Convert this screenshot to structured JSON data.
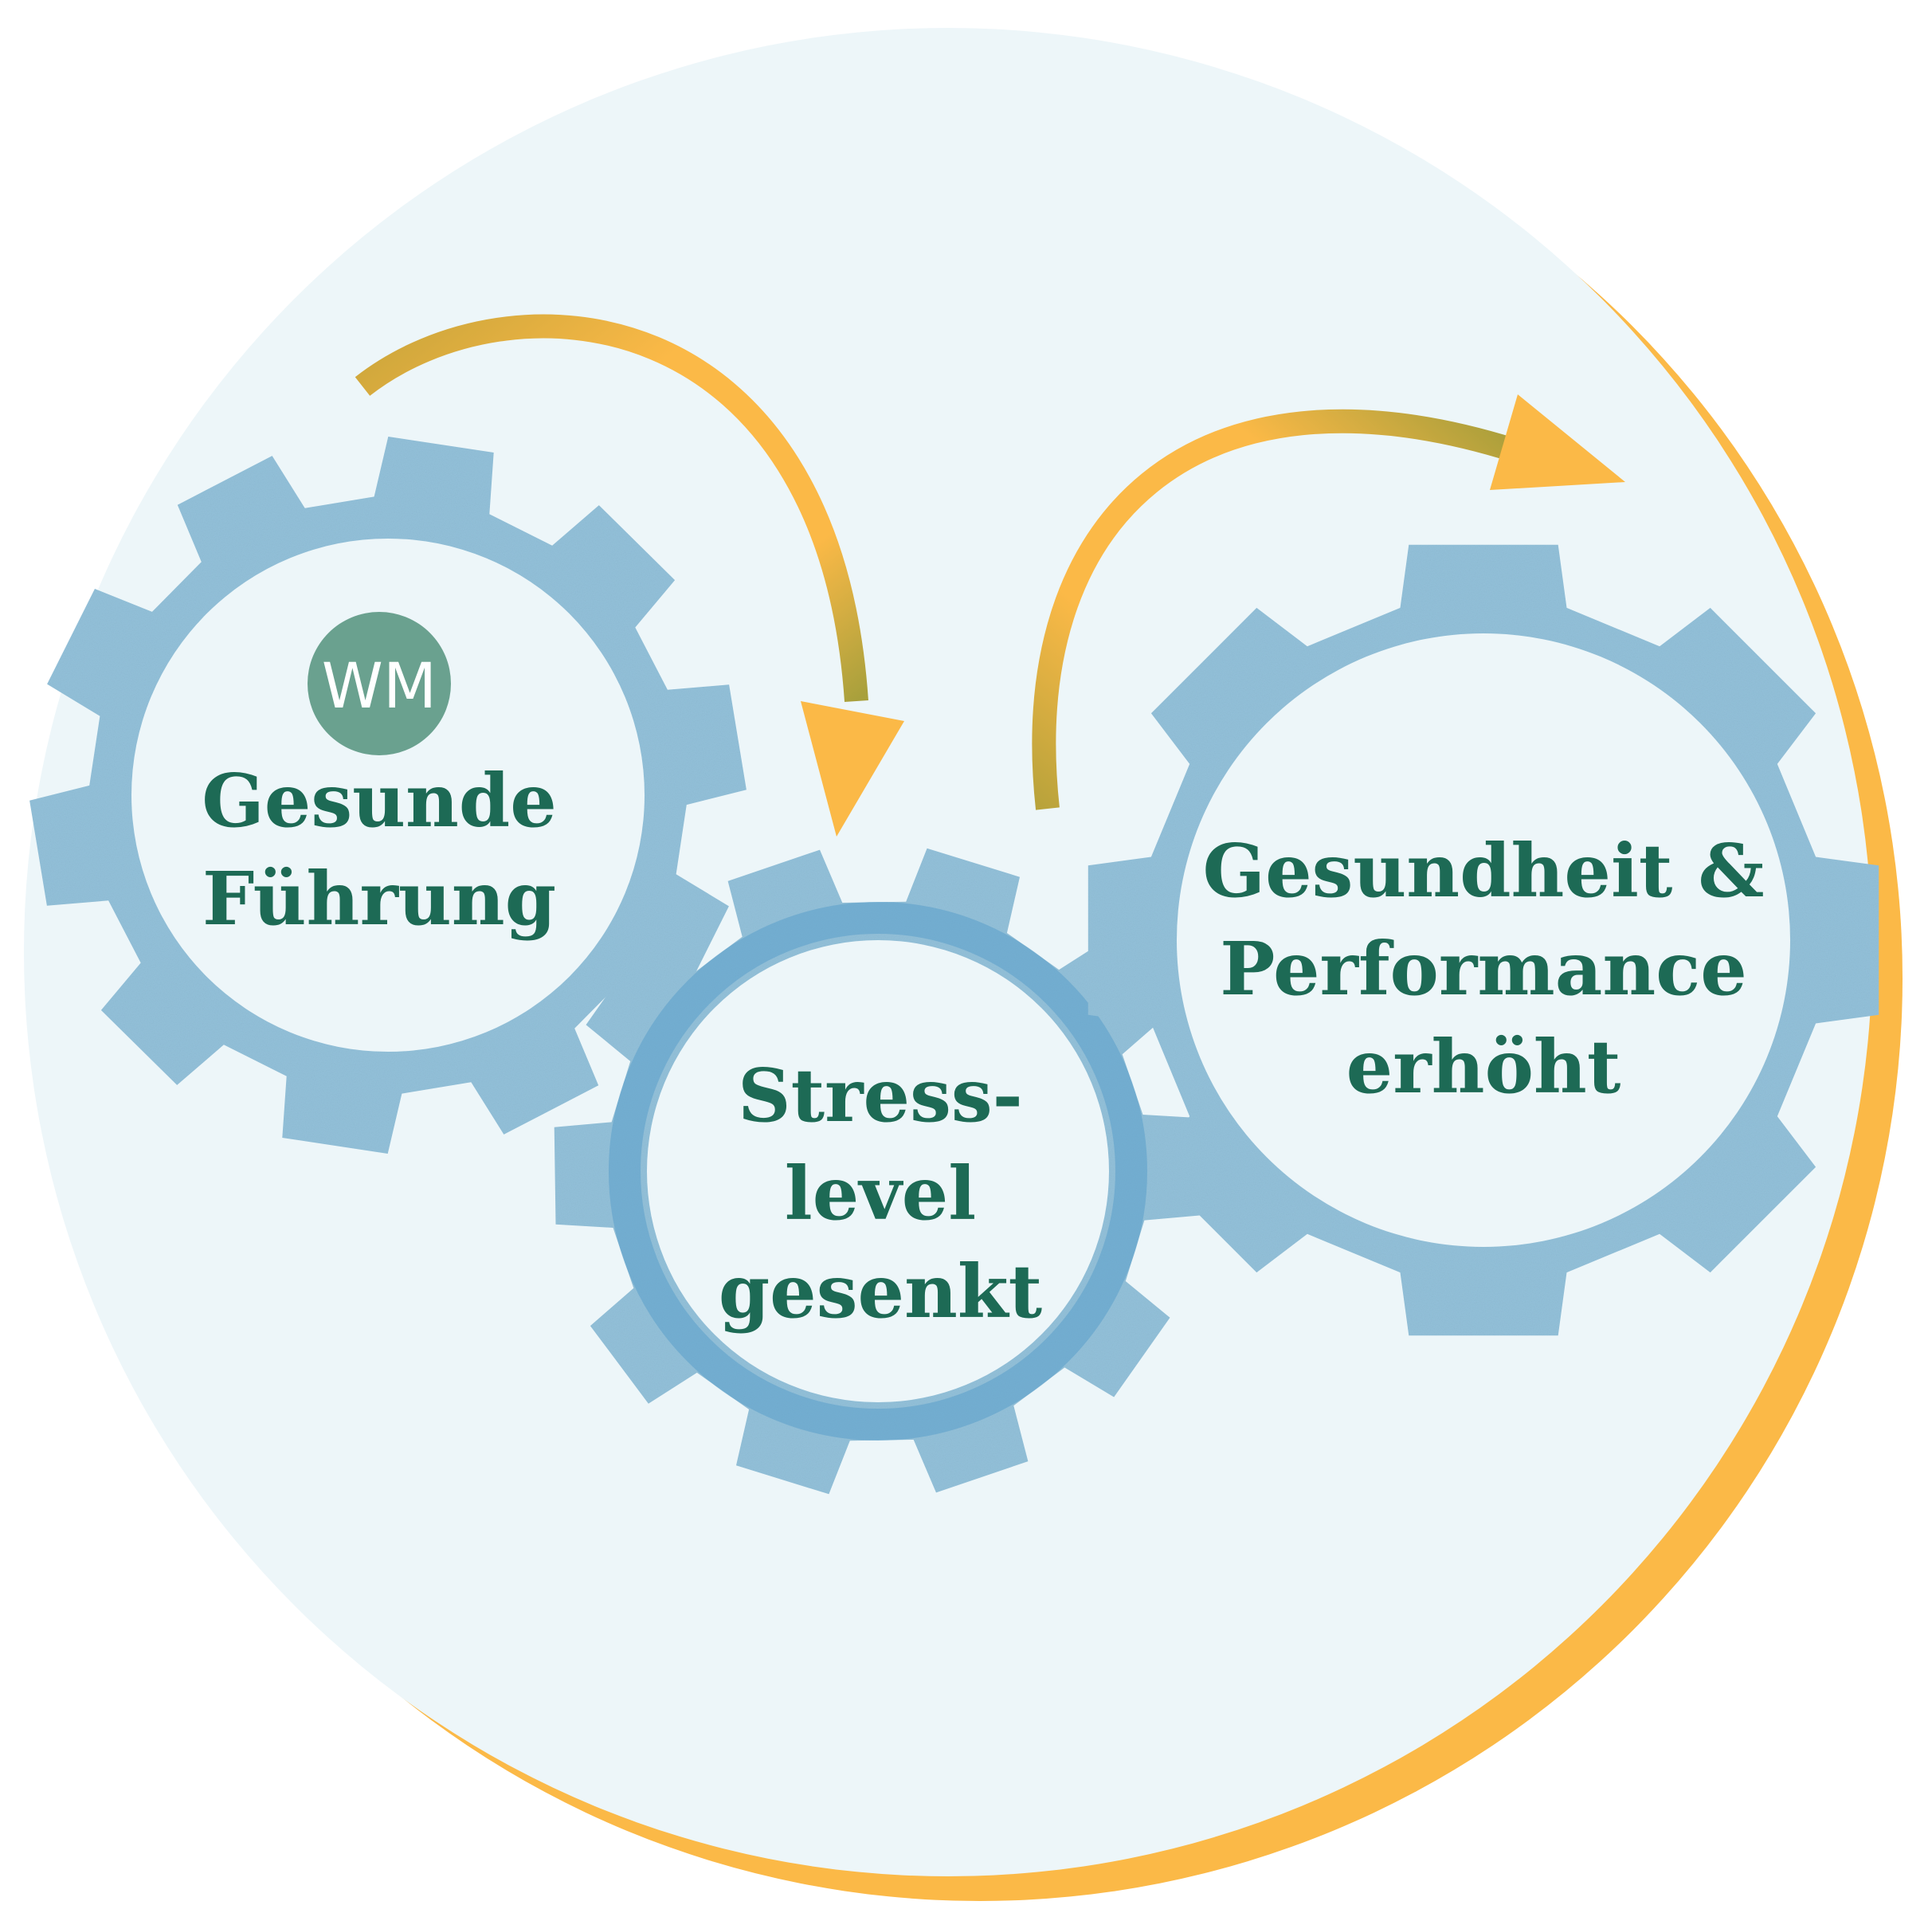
{
  "colors": {
    "background_circle": "#EDF6F9",
    "accent_ring": "#FBB947",
    "gear_fill": "#93C1DA",
    "gear_fill_dark": "#5A9ECA",
    "gear_inner": "#EDF6F9",
    "arrow": "#FBB947",
    "text": "#1D6A55",
    "logo_fill": "#6AA18F",
    "logo_text": "#ffffff"
  },
  "logo": {
    "text": "WM",
    "icon": "wm-logo-icon"
  },
  "gears": [
    {
      "id": "gesunde-fuehrung",
      "lines": [
        "Gesunde",
        "Führung"
      ]
    },
    {
      "id": "stresslevel-gesenkt",
      "lines": [
        "Stress-",
        "level",
        "gesenkt"
      ]
    },
    {
      "id": "gesundheit-performance",
      "lines": [
        "Gesundheit &",
        "Performance",
        "erhöht"
      ]
    }
  ],
  "arrows": [
    {
      "id": "arrow-gear1-to-gear2",
      "icon": "curved-arrow-icon"
    },
    {
      "id": "arrow-gear2-to-gear3",
      "icon": "curved-arrow-icon"
    }
  ]
}
